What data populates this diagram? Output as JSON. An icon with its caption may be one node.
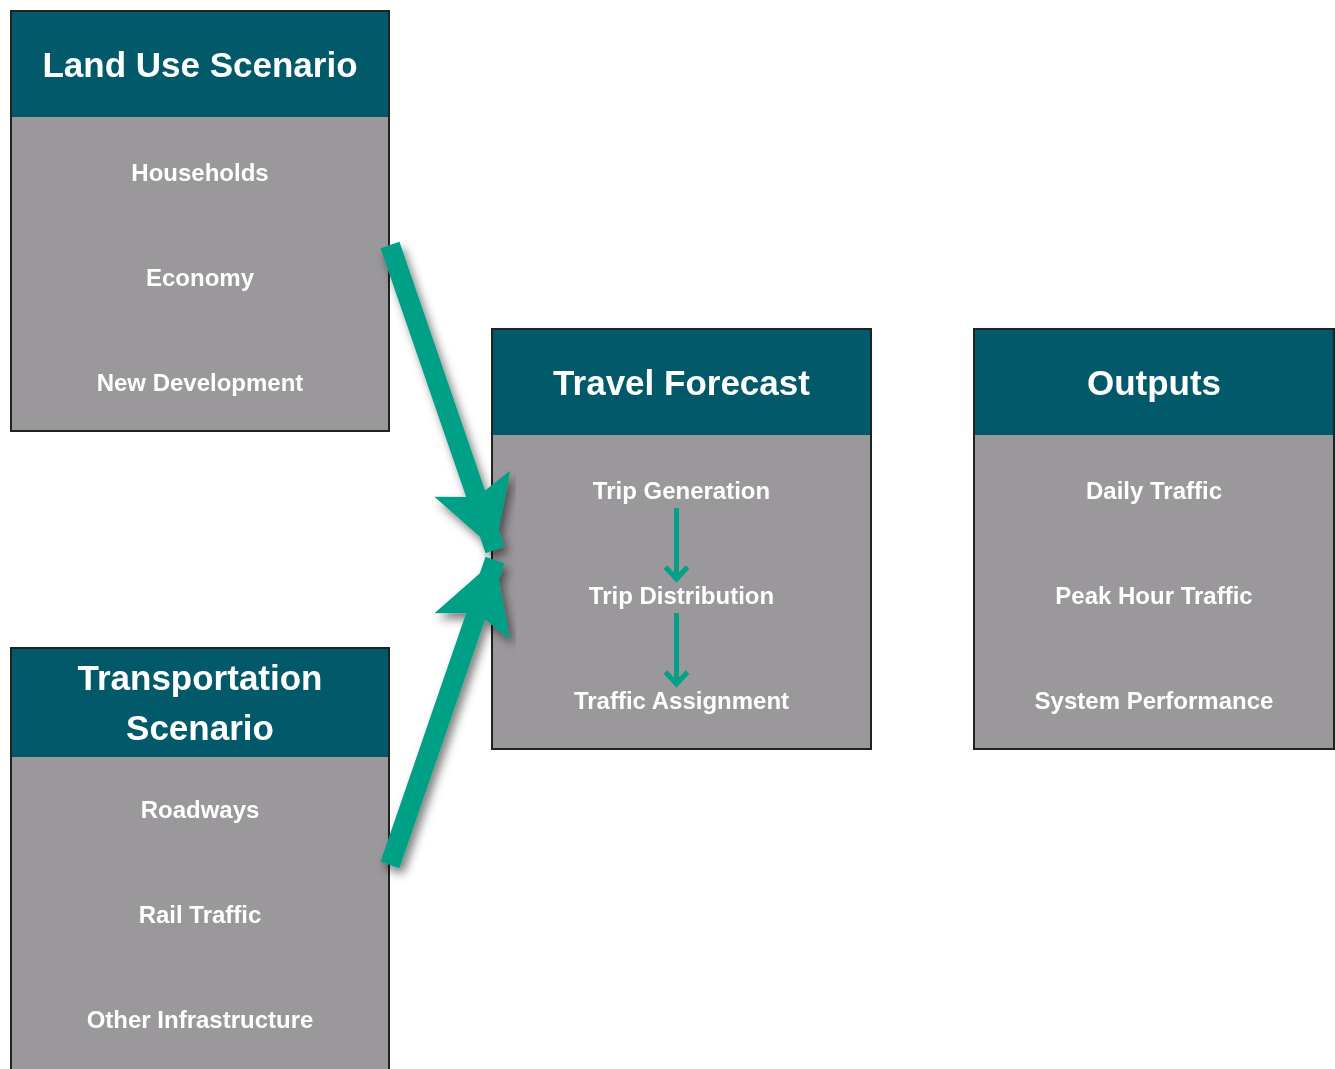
{
  "diagram": {
    "nodes": [
      {
        "text": [
          "Land Use Scenario"
        ]
      },
      {
        "text": [
          "Households"
        ],
        "in": 0
      },
      {
        "text": [
          "Economy"
        ],
        "in": 0
      },
      {
        "text": [
          "New Development"
        ],
        "in": 0
      },
      {
        "text": [
          "Travel Forecast"
        ]
      },
      {
        "text": [
          "Trip Generation"
        ],
        "in": 4
      },
      {
        "text": [
          "Trip Distribution"
        ],
        "in": 4
      },
      {
        "text": [
          "Traffic Assignment"
        ],
        "in": 4
      },
      {
        "text": [
          "Outputs"
        ]
      },
      {
        "text": [
          "Daily Traffic"
        ],
        "in": 8
      },
      {
        "text": [
          "Peak Hour Traffic"
        ],
        "in": 8
      },
      {
        "text": [
          "System Performance"
        ],
        "in": 8
      },
      {
        "text": [
          "Transportation Scenario"
        ]
      },
      {
        "text": [
          "Roadways"
        ],
        "in": 12
      },
      {
        "text": [
          "Rail Traffic"
        ],
        "in": 12
      },
      {
        "text": [
          "Other Infrastructure"
        ],
        "in": 12
      }
    ],
    "edges": [
      {
        "from": 0,
        "to": 4,
        "arrow": "to"
      },
      {
        "from": 12,
        "to": 4,
        "arrow": "to"
      },
      {
        "from": 4,
        "to": 8,
        "arrow": "to"
      },
      {
        "from": 5,
        "to": 6,
        "arrow": "to"
      },
      {
        "from": 6,
        "to": 7,
        "arrow": "to"
      }
    ]
  }
}
